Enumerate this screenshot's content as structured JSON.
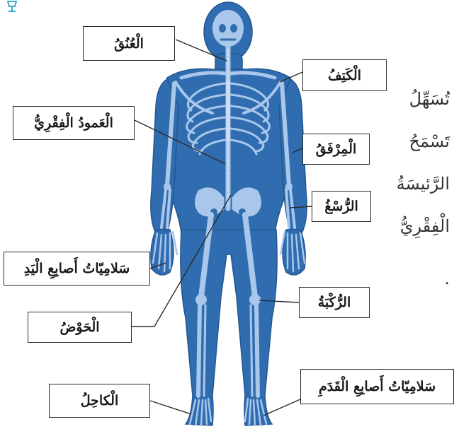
{
  "labels": {
    "neck": "الْعُنُقُ",
    "shoulder": "الْكَتِفُ",
    "spine": "الْعَمودُ الْفِقْرِيُّ",
    "elbow": "الْمِرْفَقُ",
    "wrist": "الرُّسْغُ",
    "hand_phalanges": "سَلامِيّاتُ أَصابِعِ الْيَدِ",
    "knee": "الرُّكْبَةُ",
    "pelvis": "الْحَوْضُ",
    "foot_phalanges": "سَلامِيّاتُ أَصابِعِ الْقَدَمِ",
    "ankle": "الْكاحِلُ"
  },
  "side_text": {
    "line1": "تُسَهِّلُ",
    "line2": "تَسْمَحُ",
    "line3": "الرَّئيسَةُ",
    "line4": "الْفِقْرِيُّ",
    "line5": "."
  },
  "colors": {
    "body": "#2f6db0",
    "body_edge": "#24578f",
    "bone": "#a9c7ea",
    "bone_light": "#cfe0f5",
    "lamp_icon": "#39a8c8"
  },
  "icons": {
    "lamp": "lamp-icon"
  }
}
